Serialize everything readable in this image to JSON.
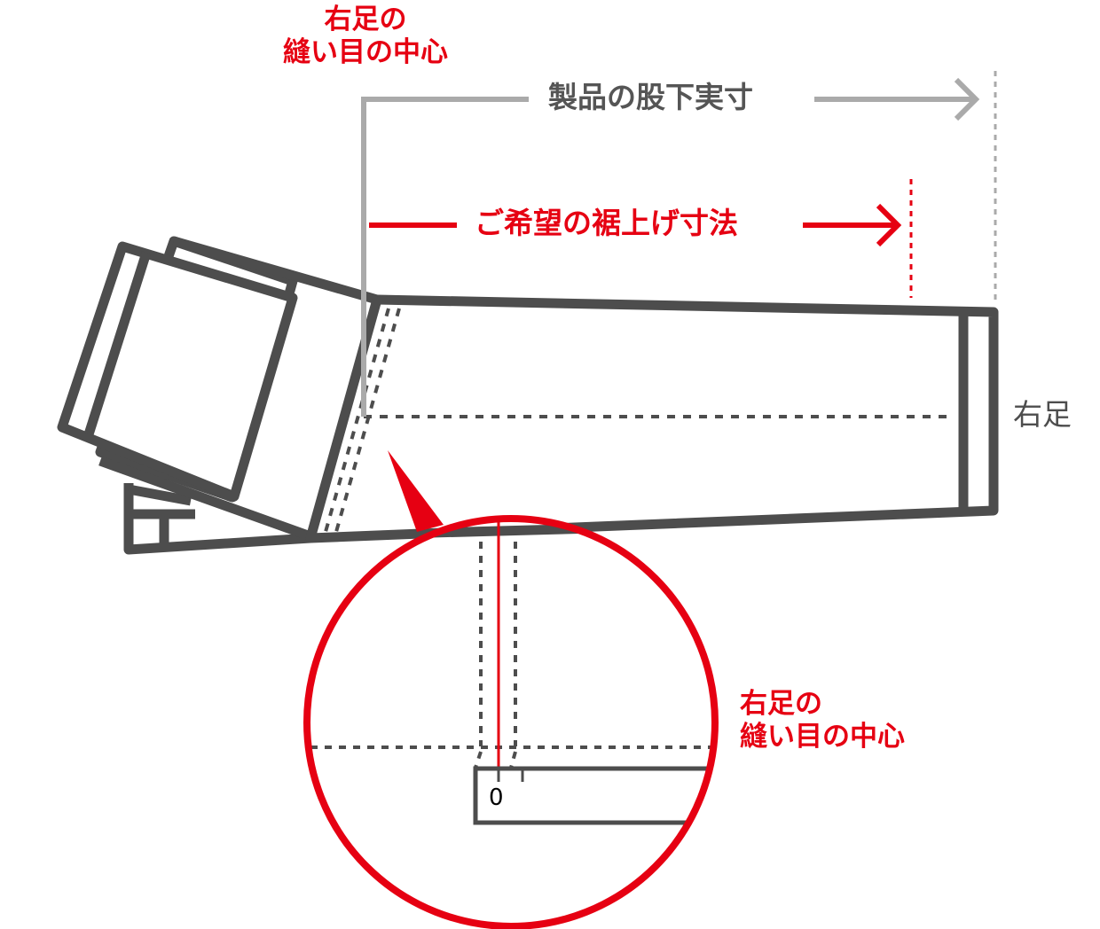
{
  "colors": {
    "red": "#e60012",
    "dark_gray": "#4d4d4d",
    "light_gray": "#aaaaaa",
    "background": "#ffffff"
  },
  "labels": {
    "top_seam_center": {
      "line1": "右足の",
      "line2": "縫い目の中心"
    },
    "product_inseam": "製品の股下実寸",
    "desired_hem": "ご希望の裾上げ寸法",
    "right_leg": "右足",
    "zoom_seam_center": {
      "line1": "右足の",
      "line2": "縫い目の中心"
    },
    "ruler_zero": "0"
  },
  "diagram": {
    "description": "Right pant leg laid flat with measuring tape starting at the seam center; magnified inset shows ruler zero aligned to seam center",
    "icons": [
      "arrow-right-icon",
      "magnifier-callout"
    ]
  }
}
